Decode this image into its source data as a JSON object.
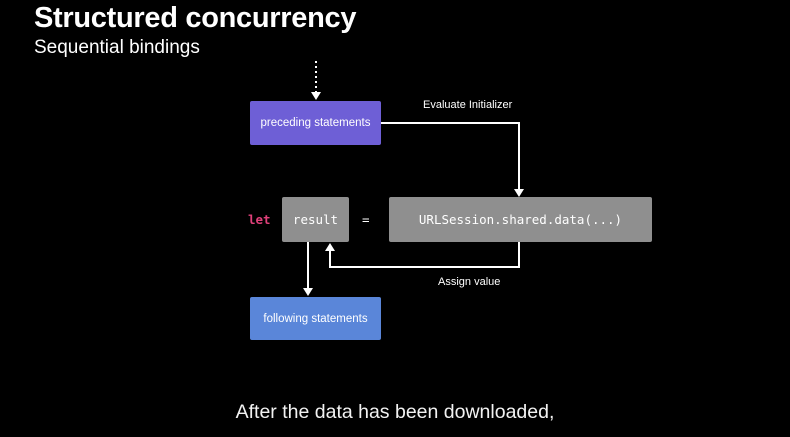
{
  "slide": {
    "title": "Structured concurrency",
    "subtitle": "Sequential bindings",
    "caption": "After the data has been downloaded,"
  },
  "diagram": {
    "preceding_label": "preceding statements",
    "following_label": "following statements",
    "keyword": "let",
    "variable": "result",
    "operator": "=",
    "initializer": "URLSession.shared.data(...)",
    "evaluate_label": "Evaluate Initializer",
    "assign_label": "Assign value"
  },
  "colors": {
    "background": "#000000",
    "preceding_box": "#6e5fd6",
    "following_box": "#5a86d9",
    "code_box": "#8f8f8f",
    "keyword": "#e0407a",
    "connector": "#ffffff"
  }
}
